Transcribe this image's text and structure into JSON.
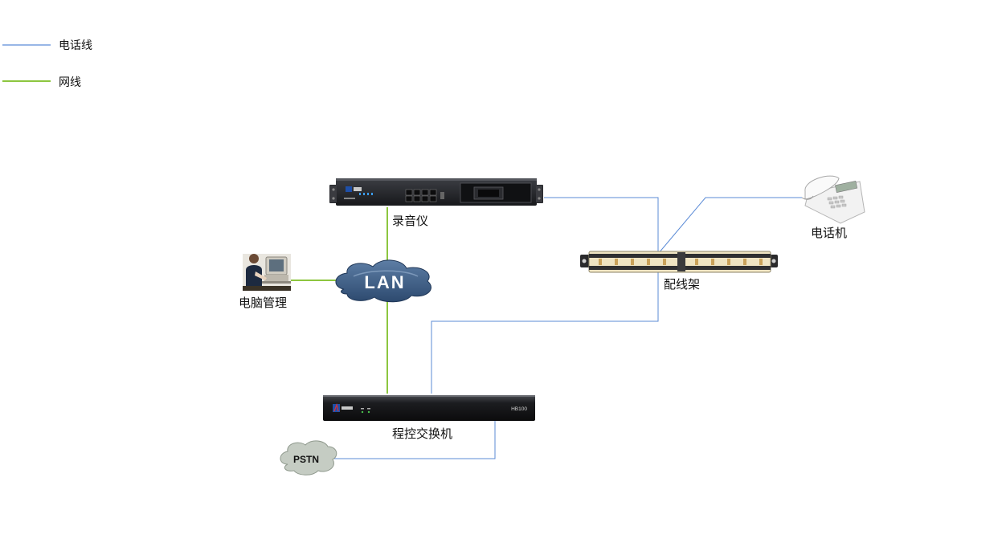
{
  "legend": {
    "phone_line": "电话线",
    "network_line": "网线"
  },
  "colors": {
    "phone_line": "#5b8bd6",
    "network_line": "#8dc63f"
  },
  "nodes": {
    "recorder": "录音仪",
    "computer": "电脑管理",
    "lan": "LAN",
    "patch_panel": "配线架",
    "telephone": "电话机",
    "pbx": "程控交换机",
    "pbx_model": "HB100",
    "pstn": "PSTN"
  }
}
